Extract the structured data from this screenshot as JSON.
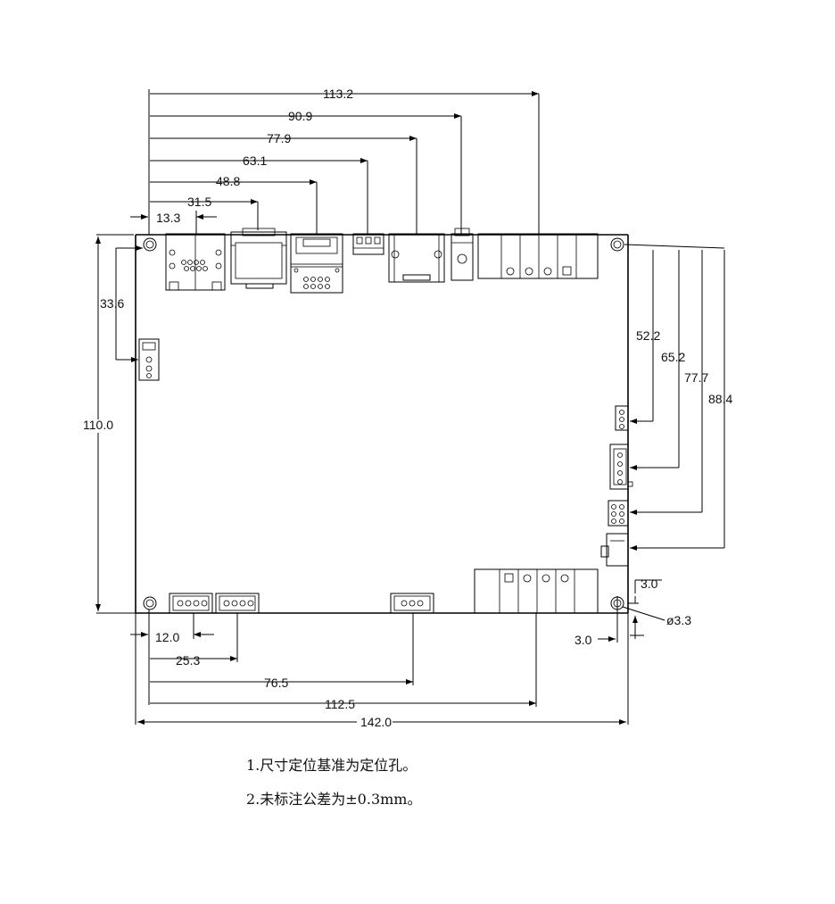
{
  "dimensions": {
    "top": [
      "113.2",
      "90.9",
      "77.9",
      "63.1",
      "48.8",
      "31.5",
      "13.3"
    ],
    "left": [
      "33.6",
      "110.0"
    ],
    "right": [
      "52.2",
      "65.2",
      "77.7",
      "88.4"
    ],
    "bottom": [
      "12.0",
      "25.3",
      "76.5",
      "112.5",
      "142.0"
    ],
    "hole_offset_top": "3.0",
    "hole_offset_left": "3.0",
    "hole_diameter": "ø3.3"
  },
  "notes": [
    "1.尺寸定位基准为定位孔。",
    "2.未标注公差为±0.3mm。"
  ]
}
